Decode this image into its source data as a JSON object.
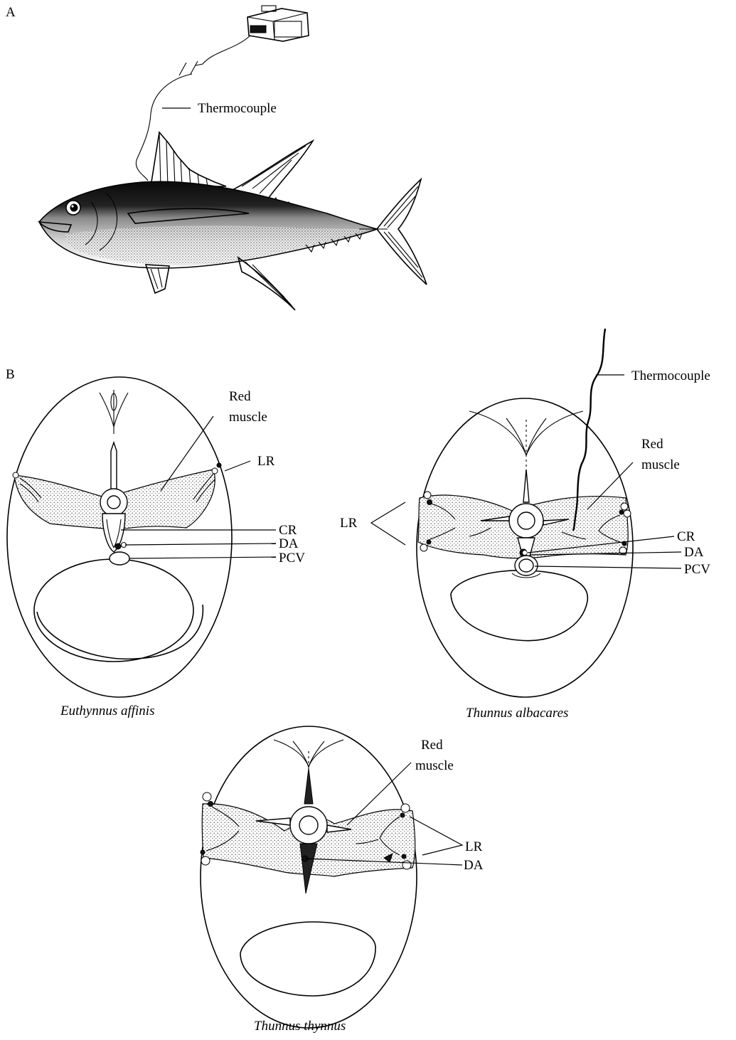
{
  "panel_a": {
    "label": "A",
    "thermocouple_label": "Thermocouple"
  },
  "panel_b": {
    "label": "B",
    "euthynnus": {
      "species": "Euthynnus affinis",
      "red_muscle_line1": "Red",
      "red_muscle_line2": "muscle",
      "lr": "LR",
      "cr": "CR",
      "da": "DA",
      "pcv": "PCV"
    },
    "albacares": {
      "species": "Thunnus albacares",
      "thermocouple_label": "Thermocouple",
      "red_muscle_line1": "Red",
      "red_muscle_line2": "muscle",
      "lr": "LR",
      "cr": "CR",
      "da": "DA",
      "pcv": "PCV"
    },
    "thynnus": {
      "species": "Thunnus thynnus",
      "red_muscle_line1": "Red",
      "red_muscle_line2": "muscle",
      "lr": "LR",
      "da": "DA"
    }
  }
}
